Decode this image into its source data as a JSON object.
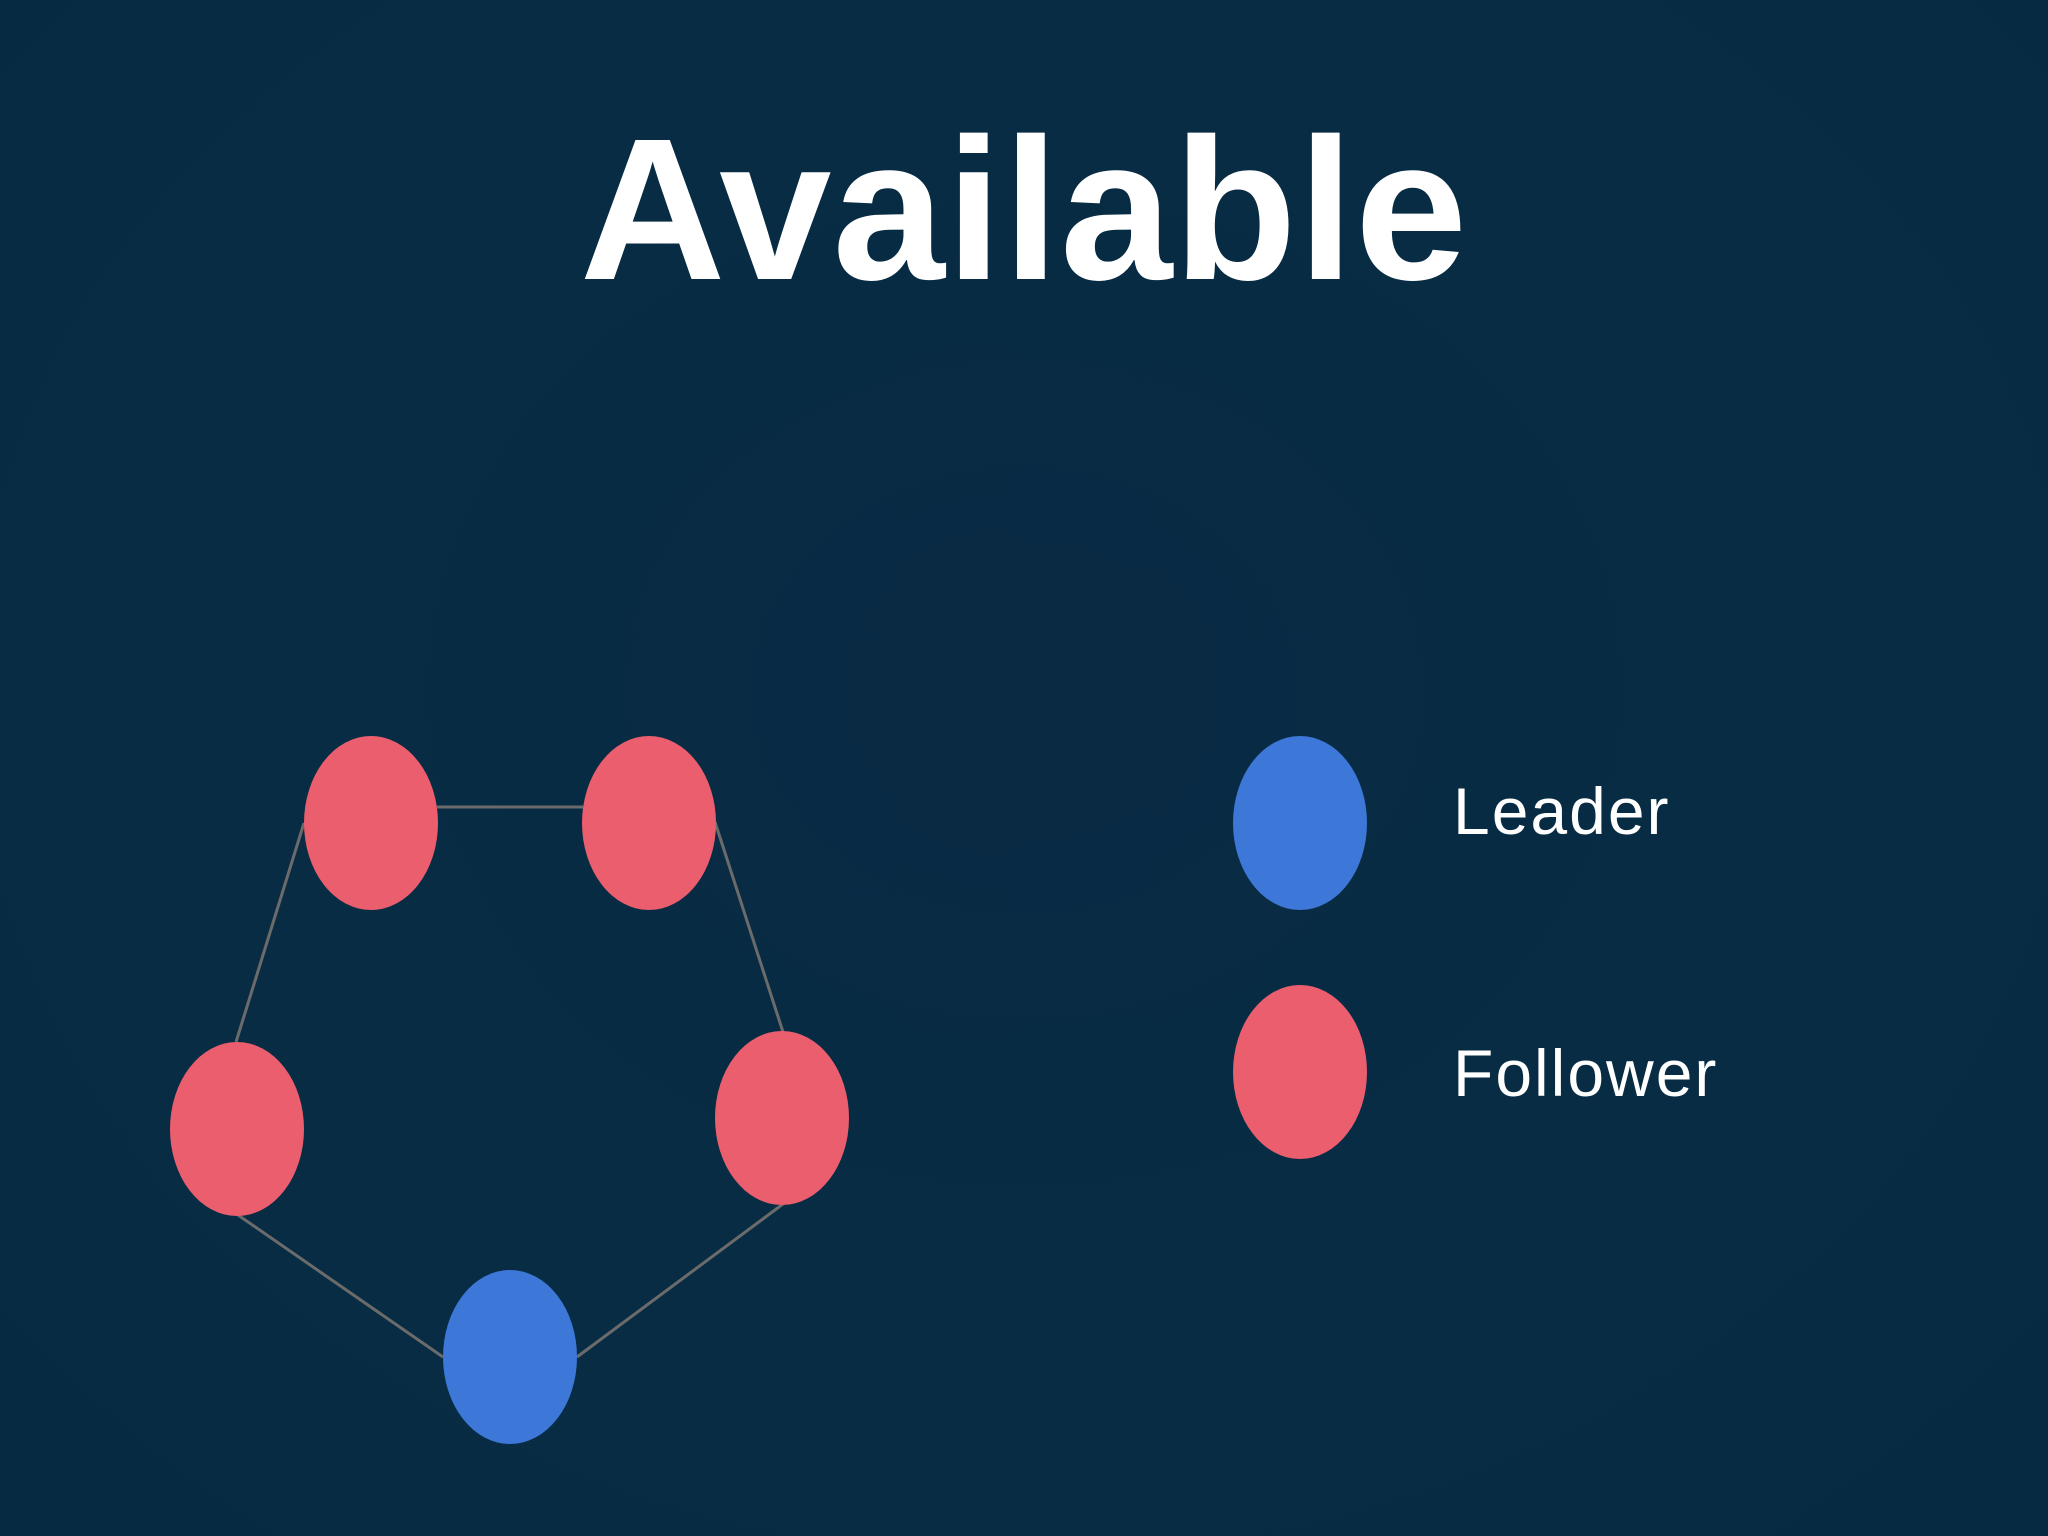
{
  "slide": {
    "title": "Available"
  },
  "colors": {
    "background": "#072c44",
    "leader": "#3d78d8",
    "follower": "#ea5e6e",
    "edge": "#6b6b6b",
    "text": "#ffffff"
  },
  "diagram": {
    "nodes": [
      {
        "id": "top-left",
        "role": "follower"
      },
      {
        "id": "top-right",
        "role": "follower"
      },
      {
        "id": "right",
        "role": "follower"
      },
      {
        "id": "bottom",
        "role": "leader"
      },
      {
        "id": "left",
        "role": "follower"
      }
    ],
    "edges": [
      [
        "top-left",
        "top-right"
      ],
      [
        "top-right",
        "right"
      ],
      [
        "right",
        "bottom"
      ],
      [
        "bottom",
        "left"
      ],
      [
        "left",
        "top-left"
      ]
    ]
  },
  "legend": {
    "items": [
      {
        "role": "leader",
        "label": "Leader"
      },
      {
        "role": "follower",
        "label": "Follower"
      }
    ]
  }
}
